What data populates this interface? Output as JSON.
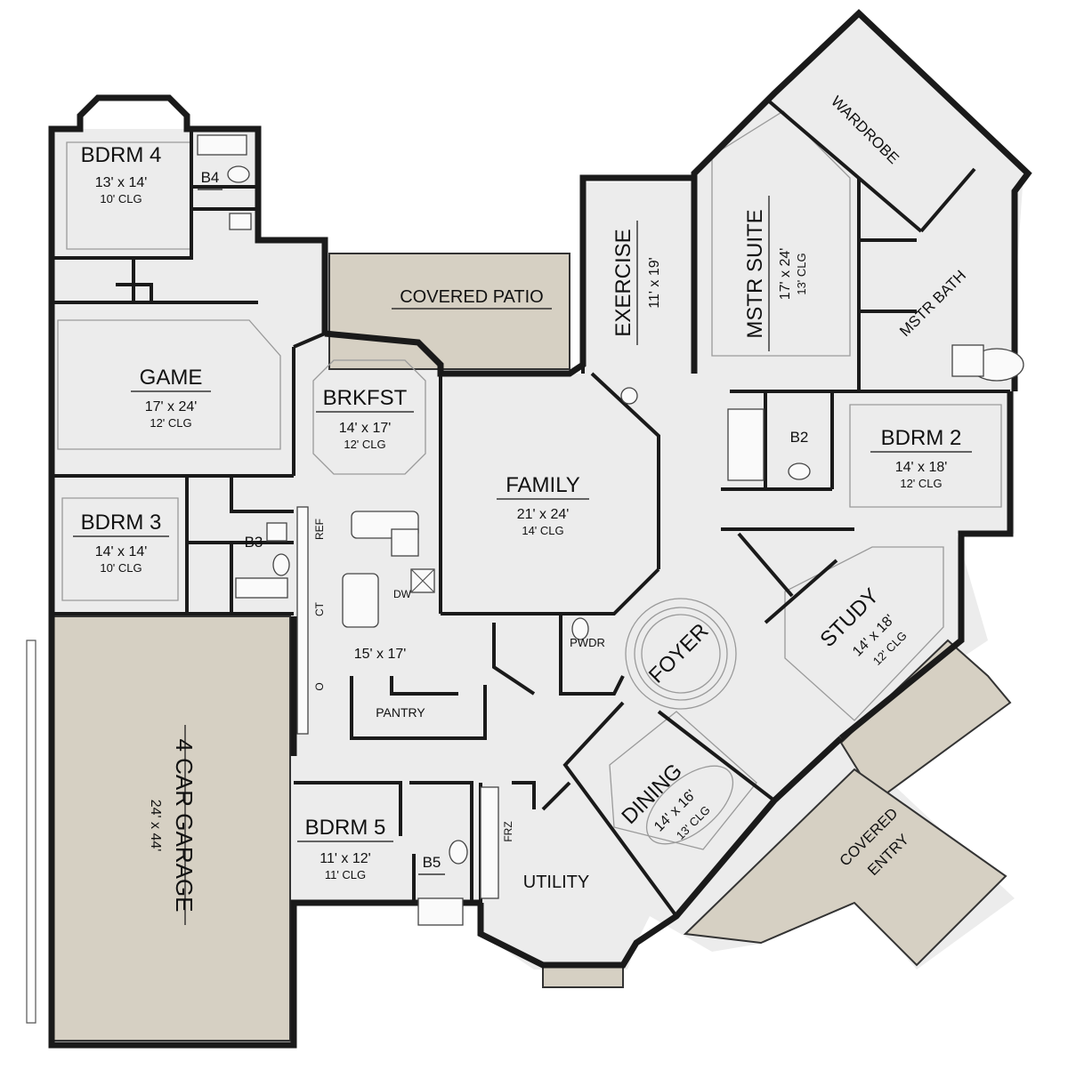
{
  "rooms": {
    "bdrm4": {
      "name": "BDRM 4",
      "size": "13' x 14'",
      "clg": "10' CLG"
    },
    "b4": {
      "name": "B4"
    },
    "game": {
      "name": "GAME",
      "size": "17' x 24'",
      "clg": "12' CLG"
    },
    "bdrm3": {
      "name": "BDRM 3",
      "size": "14' x 14'",
      "clg": "10' CLG"
    },
    "b3": {
      "name": "B3"
    },
    "covered_patio": {
      "name": "COVERED PATIO"
    },
    "brkfst": {
      "name": "BRKFST",
      "size": "14' x 17'",
      "clg": "12' CLG"
    },
    "family": {
      "name": "FAMILY",
      "size": "21' x 24'",
      "clg": "14' CLG"
    },
    "kitchen": {
      "size": "15' x 17'"
    },
    "exercise": {
      "name": "EXERCISE",
      "size": "11' x 19'"
    },
    "mstr_suite": {
      "name": "MSTR SUITE",
      "size": "17' x 24'",
      "clg": "13' CLG"
    },
    "wardrobe": {
      "name": "WARDROBE"
    },
    "mstr_bath": {
      "name": "MSTR BATH"
    },
    "bdrm2": {
      "name": "BDRM 2",
      "size": "14' x 18'",
      "clg": "12' CLG"
    },
    "b2": {
      "name": "B2"
    },
    "study": {
      "name": "STUDY",
      "size": "14' x 18'",
      "clg": "12' CLG"
    },
    "foyer": {
      "name": "FOYER"
    },
    "pwdr": {
      "name": "PWDR"
    },
    "pantry": {
      "name": "PANTRY"
    },
    "dining": {
      "name": "DINING",
      "size": "14' x 16'",
      "clg": "13' CLG"
    },
    "covered_entry": {
      "line1": "COVERED",
      "line2": "ENTRY"
    },
    "utility": {
      "name": "UTILITY"
    },
    "bdrm5": {
      "name": "BDRM 5",
      "size": "11' x 12'",
      "clg": "11' CLG"
    },
    "b5": {
      "name": "B5"
    },
    "garage": {
      "name": "4 CAR GARAGE",
      "size": "24' x 44'"
    }
  },
  "fixtures": {
    "ref": "REF",
    "dw": "DW",
    "ct": "CT",
    "o": "O",
    "frz": "FRZ"
  }
}
